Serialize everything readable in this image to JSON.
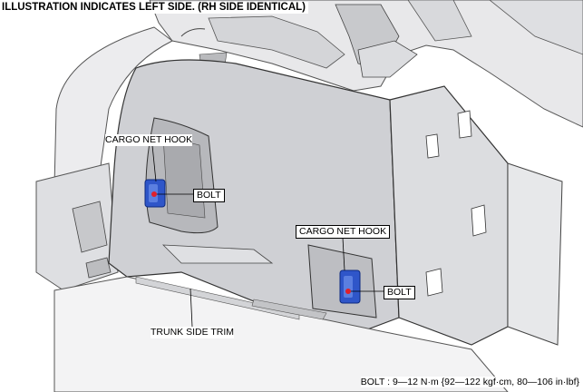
{
  "header": {
    "caption": "ILLUSTRATION INDICATES LEFT SIDE. (RH SIDE IDENTICAL)"
  },
  "labels": {
    "hook_upper": "CARGO NET HOOK",
    "bolt_upper": "BOLT",
    "hook_lower": "CARGO NET HOOK",
    "bolt_lower": "BOLT",
    "trim": "TRUNK SIDE TRIM"
  },
  "torque_spec": "BOLT : 9—12 N·m {92—122 kgf·cm, 80—106 in·lbf}",
  "colors": {
    "hook_blue": "#2f56c9",
    "bolt_red": "#e0202a",
    "panel_gray": "#cfd0d4"
  }
}
